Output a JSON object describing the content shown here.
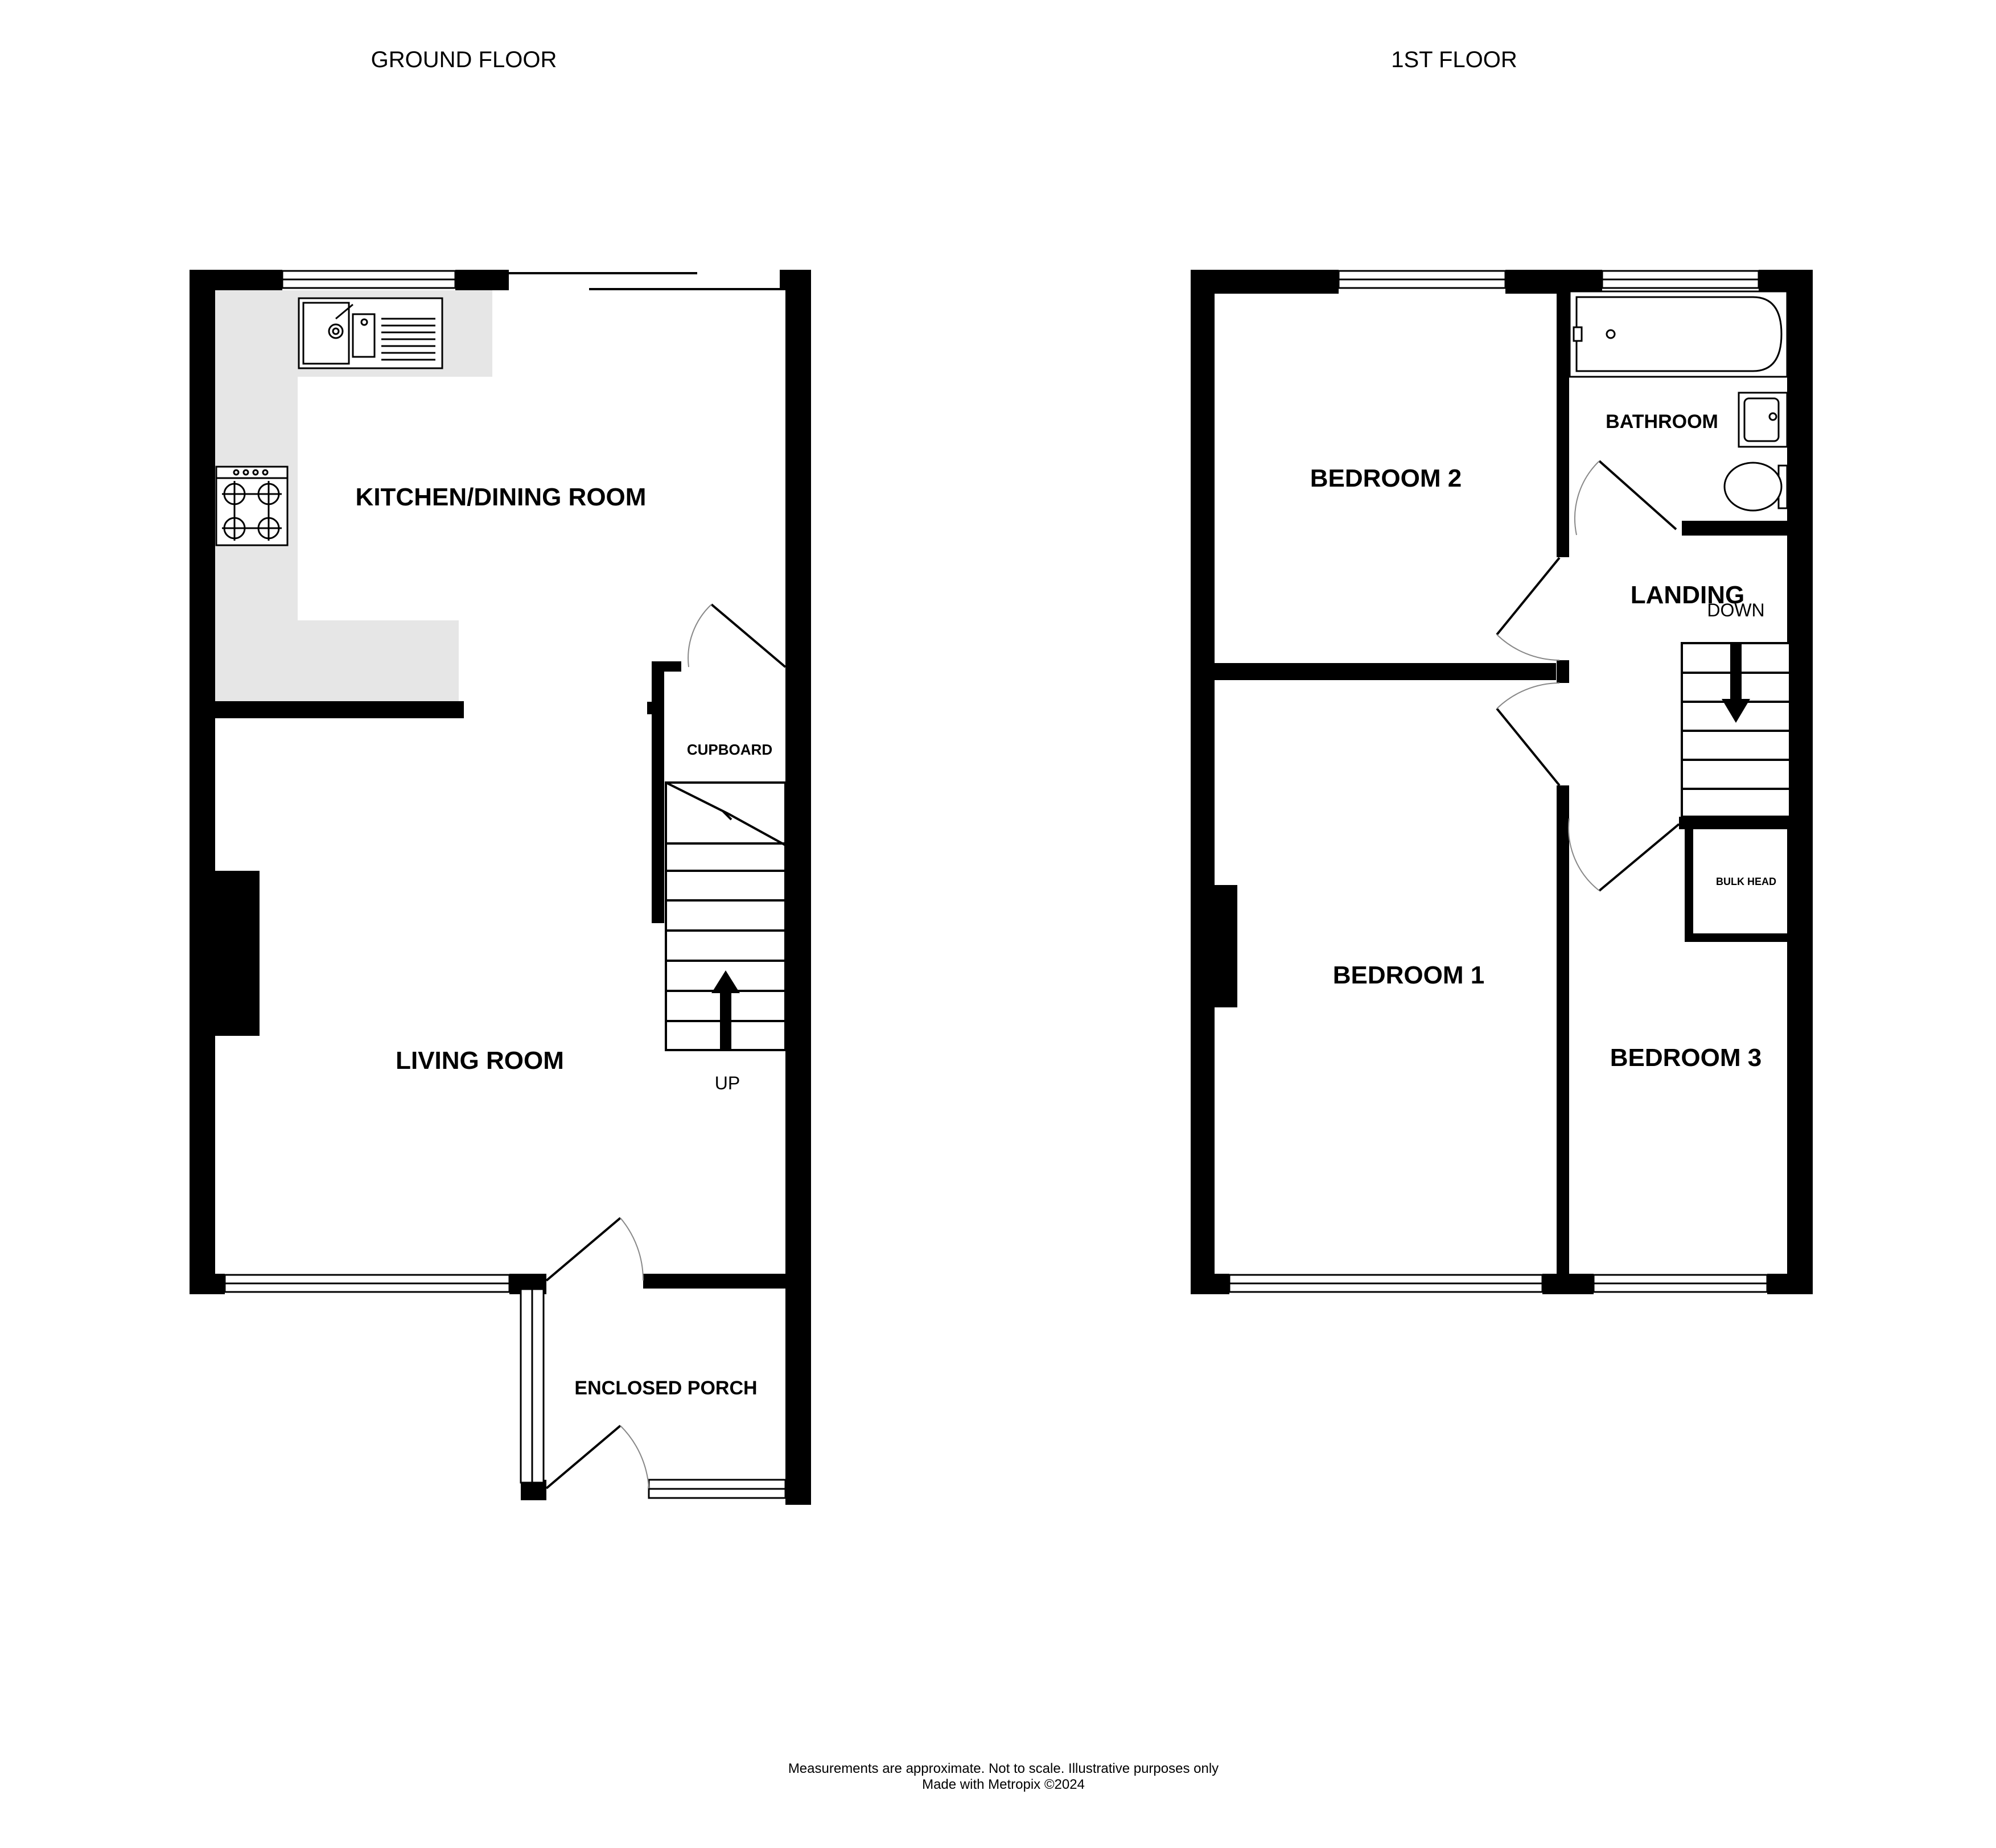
{
  "floors": {
    "ground": {
      "title": "GROUND FLOOR",
      "rooms": {
        "kitchen": "KITCHEN/DINING ROOM",
        "cupboard": "CUPBOARD",
        "living": "LIVING ROOM",
        "porch": "ENCLOSED PORCH"
      },
      "stairs_label": "UP"
    },
    "first": {
      "title": "1ST FLOOR",
      "rooms": {
        "bedroom2": "BEDROOM 2",
        "bathroom": "BATHROOM",
        "landing": "LANDING",
        "bulkhead": "BULK HEAD",
        "bedroom1": "BEDROOM 1",
        "bedroom3": "BEDROOM 3"
      },
      "stairs_label": "DOWN"
    }
  },
  "footer": {
    "line1": "Measurements are approximate.  Not to scale.  Illustrative purposes only",
    "line2": "Made with Metropix ©2024"
  },
  "colors": {
    "wall": "#000000",
    "worktop": "#e6e6e6",
    "background": "#ffffff"
  }
}
